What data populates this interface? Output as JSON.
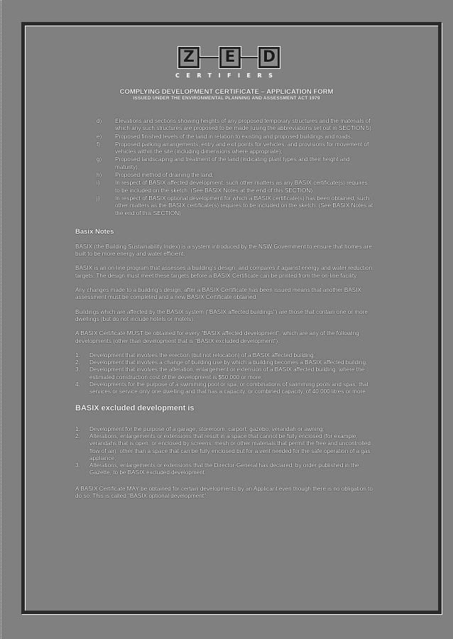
{
  "logo": {
    "letters": [
      "Z",
      "E",
      "D"
    ],
    "tagline": "CERTIFIERS"
  },
  "header": {
    "title": "COMPLYING DEVELOPMENT CERTIFICATE – APPLICATION FORM",
    "subtitle": "ISSUED UNDER THE ENVIRONMENTAL PLANNING AND ASSESSMENT ACT 1979"
  },
  "sketch_items": [
    {
      "marker": "d)",
      "text": "Elevations and sections showing heights of any proposed temporary structures and the materials of which any such structures are proposed to be made (using the abbreviations set out in SECTION 5)."
    },
    {
      "marker": "e)",
      "text": "Proposed finished levels of the land in relation to existing and proposed buildings and roads;"
    },
    {
      "marker": "f)",
      "text": "Proposed parking arrangements, entry and exit points for vehicles, and provisions for movement of vehicles within the site (including dimensions where appropriate);"
    },
    {
      "marker": "g)",
      "text": "Proposed landscaping and treatment of the land (indicating plant types and their height and maturity);"
    },
    {
      "marker": "h)",
      "text": "Proposed method of draining the land;"
    },
    {
      "marker": "i)",
      "text": "In respect of BASIX affected development, such other matters as any BASIX certificate(s) requires to be included on the sketch. (See BASIX Notes at the end of this SECTION)"
    },
    {
      "marker": "j)",
      "text": "In respect of BASIX optional development for which a BASIX certificate(s) has been obtained, such other matters as the BASIX certificate(s) requires to be included on the sketch. (See BASIX Notes at the end of this SECTION)"
    }
  ],
  "basix_notes": {
    "heading": "Basix Notes",
    "paragraphs": [
      "BASIX (the Building Sustainability Index) is a system introduced by the NSW Government to ensure that homes are built to be more energy and water efficient.",
      "BASIX is an on-line program that assesses a building's design, and compares it against energy and water reduction targets. The design must meet these targets before a BASIX Certificate can be printed from the on-line facility.",
      "Any changes made to a building's design, after a BASIX Certificate has been issued means that another BASIX assessment must be completed and a new BASIX Certificate obtained.",
      "Buildings which are affected by the BASIX system (\"BASIX affected buildings\") are those that contain one or more dwellings (but do not include hotels or motels).",
      "A BASIX Certificate MUST be obtained for every \"BASIX affected development\", which are any of the following developments (other than development that is \"BASIX excluded development\"):"
    ],
    "affected_list": [
      {
        "marker": "1.",
        "text": "Development that involves the erection (but not relocation) of a BASIX affected building;"
      },
      {
        "marker": "2.",
        "text": "Development that involves a change of building use by which a building becomes a BASIX affected building;"
      },
      {
        "marker": "3.",
        "text": "Development that involves the alteration, enlargement or extension of a BASIX affected building, where the estimated construction cost of the development is $50,000 or more;"
      },
      {
        "marker": "4.",
        "text": "Developments for the purpose of a swimming pool or spa, or combinations of swimming pools and spas, that services or service only one dwelling and that has a capacity, or combined capacity, of 40,000 litres or more."
      }
    ]
  },
  "basix_excluded": {
    "heading": "BASIX excluded development is",
    "list": [
      {
        "marker": "1.",
        "text": "Development for the purpose of a garage, storeroom, carport, gazebo, verandah or awning;"
      },
      {
        "marker": "2.",
        "text": "Alterations, enlargements or extensions that result in a space that cannot be fully enclosed (for example, verandahs that is open, or enclosed by screens, mesh or other materials that permit the free and uncontrolled flow of air), other than a space that can be fully enclosed but for a vent needed for the safe operation of a gas appliance;"
      },
      {
        "marker": "3.",
        "text": "Alterations, enlargements or extensions that the Director-General has declared, by order published in the Gazette, to be BASIX excluded development."
      }
    ],
    "closing": "A BASIX Certificate MAY be obtained for certain developments by an Applicant even though there is no obligation to do so. This is called \"BASIX optional development\"."
  },
  "colors": {
    "background": "#808080",
    "frame": "#2a2a2a",
    "text": "#ffffff"
  }
}
